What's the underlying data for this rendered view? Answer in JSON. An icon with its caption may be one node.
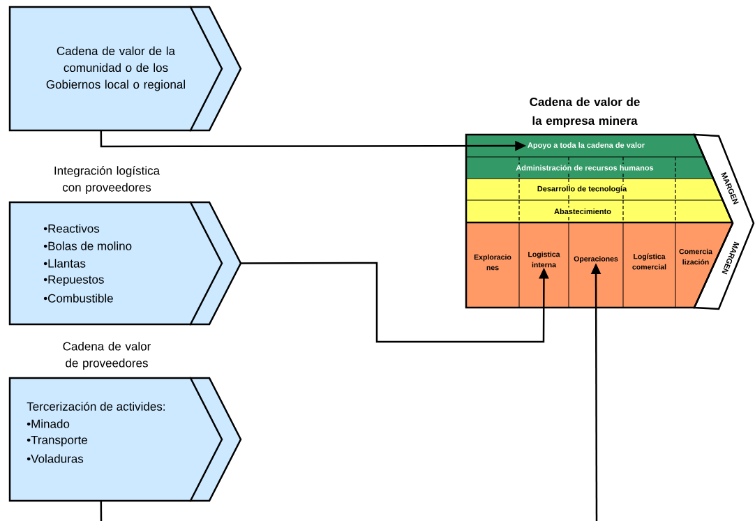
{
  "diagram": {
    "nodes": [
      {
        "text": [
          "Cadena de valor de la comunidad o de los Gobiernos local o regional"
        ]
      },
      {
        "text": [
          "Integración logística con proveedores",
          "•Reactivos",
          "•Bolas de molino",
          "•Llantas",
          "•Repuestos",
          "•Combustible"
        ]
      },
      {
        "text": [
          "Cadena de valor de proveedores",
          "Tercerización de activides:",
          "•Minado",
          "•Transporte",
          "•Voladuras"
        ]
      },
      {
        "text": [
          "Cadena de valor de la empresa minera"
        ]
      },
      {
        "text": [
          "Apoyo a toda la cadena de valor"
        ],
        "in": 3
      },
      {
        "text": [
          "Administración de recursos humanos"
        ],
        "in": 3
      },
      {
        "text": [
          "Desarrollo de tecnología"
        ],
        "in": 3
      },
      {
        "text": [
          "Abastecimiento"
        ],
        "in": 3
      },
      {
        "text": [
          "Exploracio nes"
        ],
        "in": 3
      },
      {
        "text": [
          "Logistica interna"
        ],
        "in": 3
      },
      {
        "text": [
          "Operaciones"
        ],
        "in": 3
      },
      {
        "text": [
          "Logística comercial"
        ],
        "in": 3
      },
      {
        "text": [
          "Comercia lización"
        ],
        "in": 3
      },
      {
        "text": [
          "MARGEN",
          "MARGEN"
        ]
      }
    ],
    "edges": [
      {
        "from": 0,
        "to": 4,
        "arrow": "to"
      },
      {
        "from": 1,
        "to": 9,
        "arrow": "to"
      },
      {
        "from": 2,
        "to": null,
        "arrow": "none"
      },
      {
        "from": null,
        "to": 10,
        "arrow": "to"
      }
    ]
  }
}
